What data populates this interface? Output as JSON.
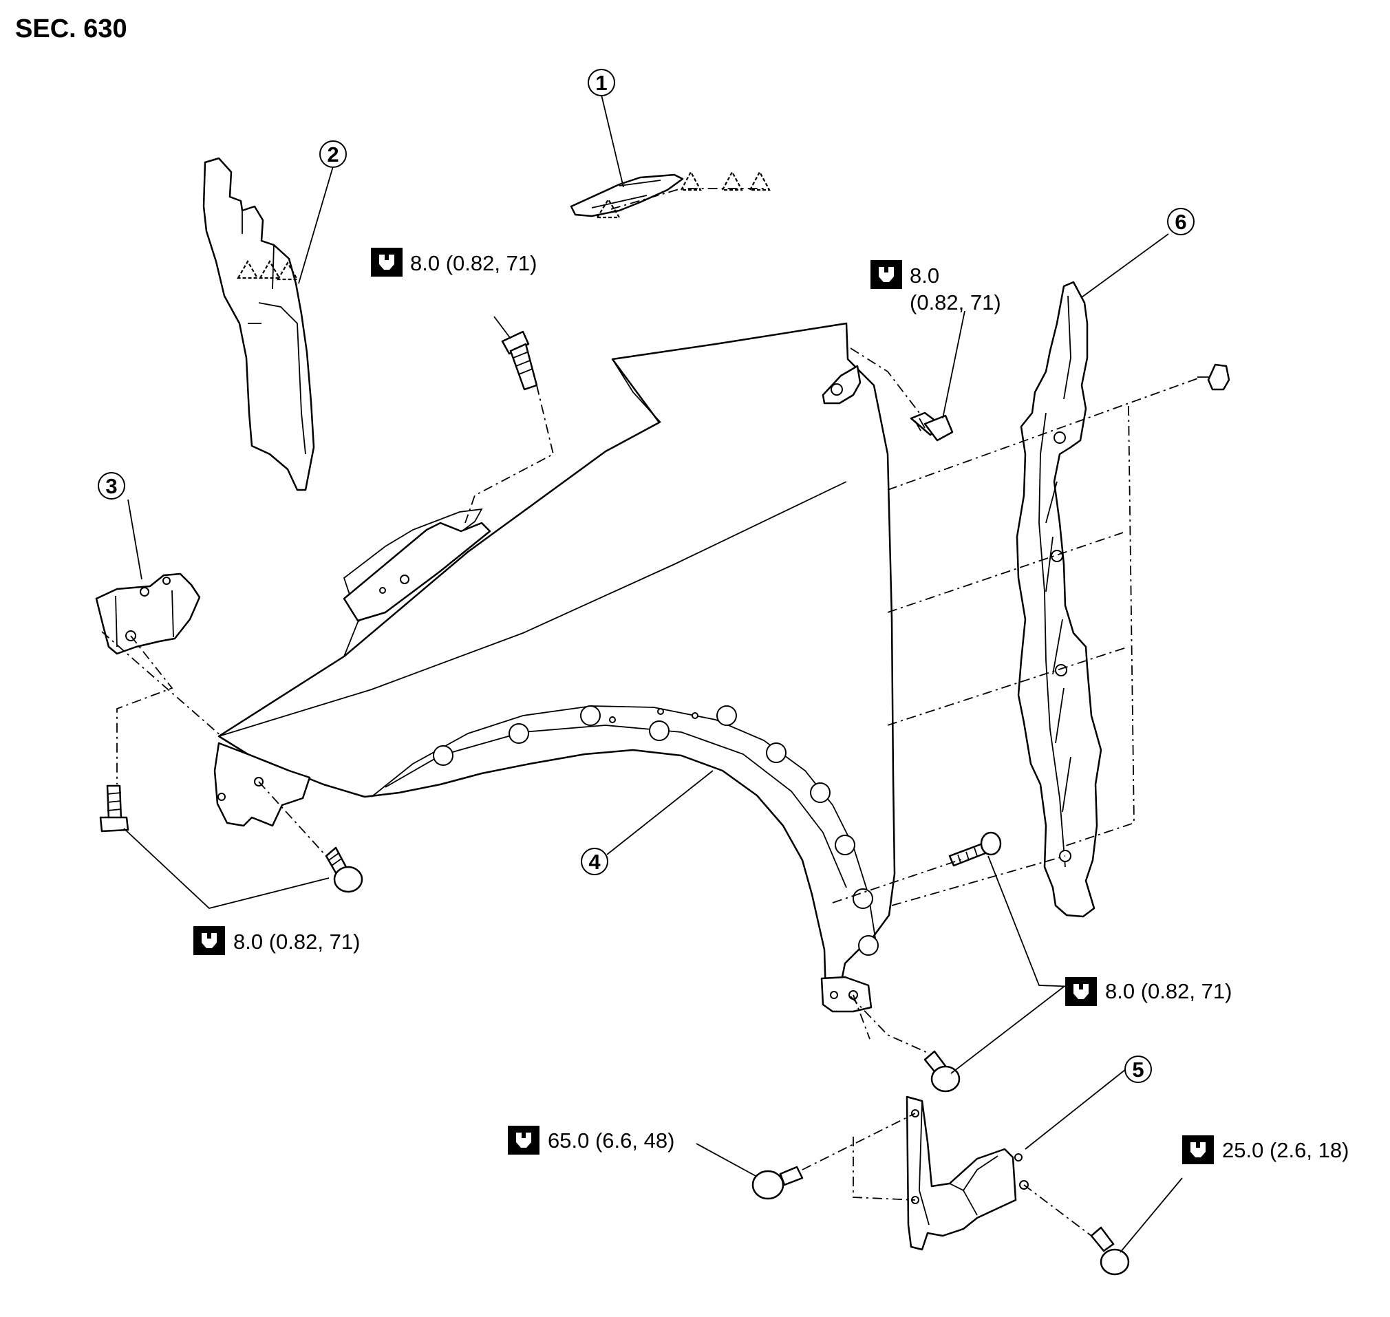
{
  "section_label": "SEC. 630",
  "parts": [
    {
      "number": "1"
    },
    {
      "number": "2"
    },
    {
      "number": "3"
    },
    {
      "number": "4"
    },
    {
      "number": "5"
    },
    {
      "number": "6"
    }
  ],
  "torque_specs": {
    "top_left_bolt": "8.0 (0.82, 71)",
    "top_right_bolt_line1": "8.0",
    "top_right_bolt_line2": "(0.82, 71)",
    "bottom_left_bolts": "8.0 (0.82, 71)",
    "lower_right_bolts": "8.0 (0.82, 71)",
    "hinge_bolt_left": "65.0 (6.6, 48)",
    "hinge_bolt_right": "25.0 (2.6, 18)"
  },
  "icons": {
    "torque": "torque-wrench-icon",
    "adhesive": "adhesive-triangle-icon"
  }
}
